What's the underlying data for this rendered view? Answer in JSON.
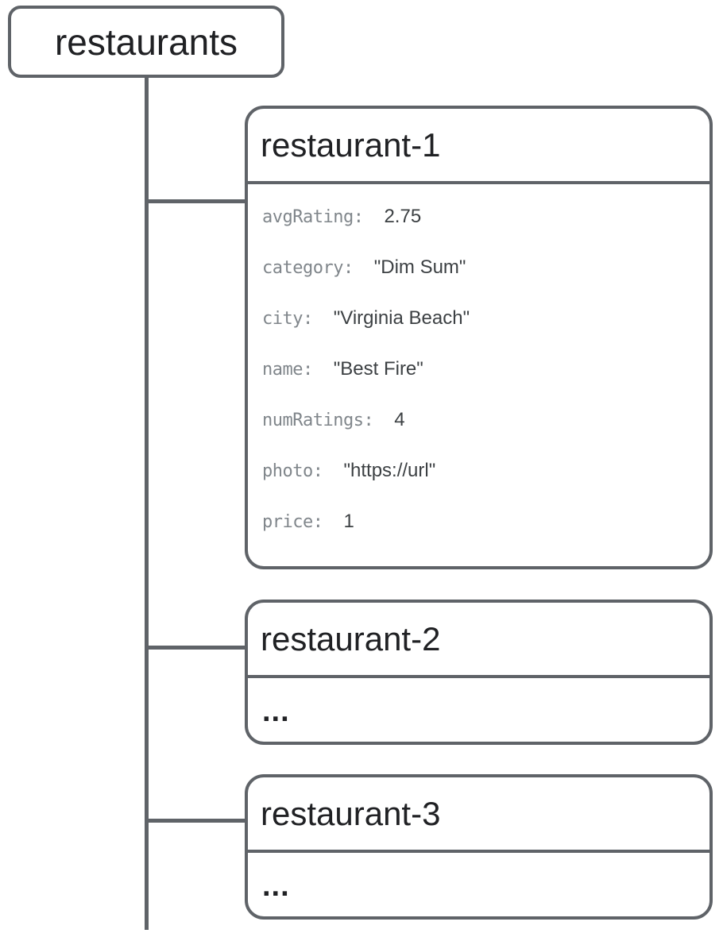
{
  "diagram": {
    "root": {
      "label": "restaurants"
    },
    "documents": [
      {
        "title": "restaurant-1",
        "fields": [
          {
            "key": "avgRating:",
            "value": "2.75"
          },
          {
            "key": "category:",
            "value": "\"Dim Sum\""
          },
          {
            "key": "city:",
            "value": "\"Virginia Beach\""
          },
          {
            "key": "name:",
            "value": "\"Best Fire\""
          },
          {
            "key": "numRatings:",
            "value": "4"
          },
          {
            "key": "photo:",
            "value": "\"https://url\""
          },
          {
            "key": "price:",
            "value": "1"
          }
        ]
      },
      {
        "title": "restaurant-2",
        "body_ellipsis": "..."
      },
      {
        "title": "restaurant-3",
        "body_ellipsis": "..."
      }
    ]
  },
  "colors": {
    "line": "#5f6368",
    "title_text": "#202124",
    "field_key": "#80868b",
    "field_value": "#3c4043",
    "background": "#ffffff"
  }
}
